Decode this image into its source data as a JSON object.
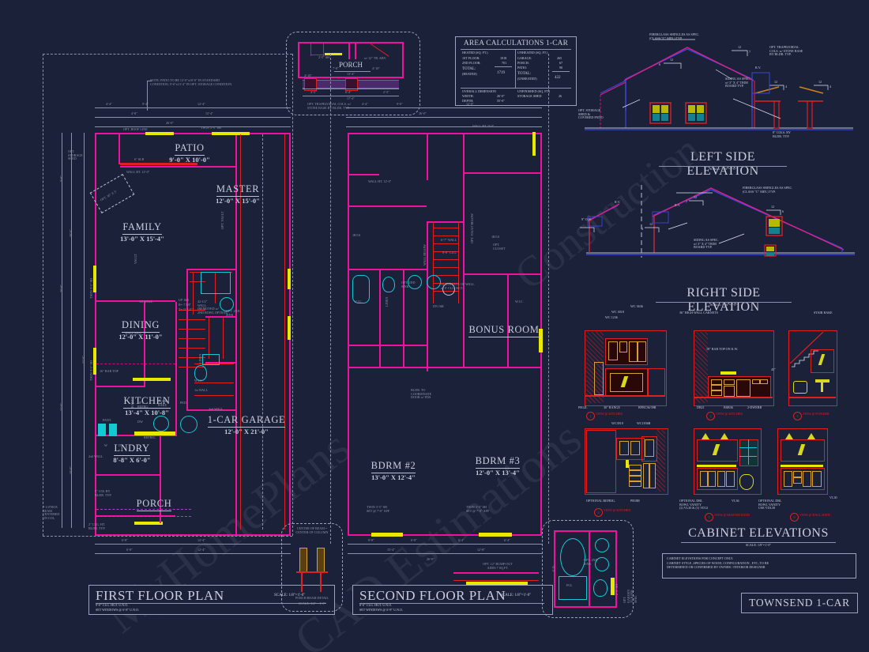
{
  "sheet": {
    "title_block": "TOWNSEND 1-CAR",
    "watermark": "MyHomePlans CAD Estimations"
  },
  "area_calculations": {
    "title": "AREA CALCULATIONS 1-CAR",
    "heated_header": "HEATED (SQ. FT.)",
    "heated_rows": [
      {
        "label": "1ST FLOOR:",
        "value": "1018"
      },
      {
        "label": "2ND FLOOR:",
        "value": "701"
      }
    ],
    "heated_total_label": "TOTAL:",
    "heated_total_sub": "(HEATED)",
    "heated_total_value": "1719",
    "unheated_header": "UNHEATED (SQ. FT.)",
    "unheated_rows": [
      {
        "label": "GARAGE:",
        "value": "265"
      },
      {
        "label": "PORCH:",
        "value": "67"
      },
      {
        "label": "PATIO:",
        "value": "90"
      }
    ],
    "unheated_total_label": "TOTAL:",
    "unheated_total_sub": "(UNHEATED)",
    "unheated_total_value": "422",
    "overall_header": "OVERALL DIMENSION",
    "overall_rows": [
      {
        "label": "WIDTH:",
        "value": "26'-0\""
      },
      {
        "label": "DEPTH:",
        "value": "55'-0\""
      }
    ],
    "unfinished_header": "UNFINISHED (SQ. FT.)",
    "unfinished_rows": [
      {
        "label": "STORAGE SHED",
        "value": "26"
      }
    ]
  },
  "first_floor": {
    "title": "FIRST FLOOR PLAN",
    "scale": "SCALE: 1/8\"=1'-0\"",
    "note1": "9'-0\" CLG. HGT. U.N.O.",
    "note2": "SET WINDOWS @ 6'-8\" U.N.O.",
    "patio_note": "NOTE: PATIO TO BE 12'-0\"x10'-0\" IN STANDARD\nCONDITION, 9'-0\"x13'-4\" IN OPT. STORAGE CONDITION.",
    "rooms": [
      {
        "name": "PATIO",
        "dims": "9'-0\" X 10'-0\""
      },
      {
        "name": "MASTER",
        "dims": "12'-0\" X 15'-0\""
      },
      {
        "name": "FAMILY",
        "dims": "13'-0\" X 15'-4\""
      },
      {
        "name": "DINING",
        "dims": "12'-0\" X 11'-0\""
      },
      {
        "name": "KITCHEN",
        "dims": "13'-4\" X 10'-8\""
      },
      {
        "name": "LNDRY",
        "dims": "8'-8\" X 6'-0\""
      },
      {
        "name": "1-CAR GARAGE",
        "dims": "12'-0\" X 21'-0\""
      },
      {
        "name": "PORCH",
        "dims": ""
      }
    ],
    "labels": [
      "OPT. STORAGE SHED",
      "OPT. ROOF LINE",
      "WALL HT. 12'-0\"",
      "6\" SLB",
      "OPT. 36\" X 5'\"",
      "VAULT",
      "OPT. VAULT",
      "1/2 WALL",
      "WALL ABV.",
      "UP  16R",
      "R= 7 5/8\"",
      "T= 11 1/2\"",
      "W.I.C.",
      "LINEN",
      "PANT.",
      "OPT. REFRG.",
      "RANGE",
      "DW",
      "REFRIG.",
      "2x6 WALL",
      "1st WALL",
      "STAIR RAKE",
      "PED.",
      "OPT. 2ND SINK",
      "2x6 WALL",
      "5' WALL",
      "42-1/2\" WALL (REMOVED w/ 2ND BOWL OPTION)",
      "TWIN 3'-5\" SH",
      "16\" BAR TOP",
      "7-1/4\"BOX BEAM CENTERED ON COL.",
      "8\" COL BY BLDR. TYP.",
      "2\" CLG. HT. BLDR. TYP.",
      "6\" CTRD"
    ]
  },
  "second_floor": {
    "title": "SECOND FLOOR PLAN",
    "scale": "SCALE: 1/8\"=1'-0\"",
    "note1": "8'-0\" CLG. HGT. U.N.O.",
    "note2": "SET WINDOWS @ 6'-8\" U.N.O.",
    "rooms": [
      {
        "name": "BONUS ROOM",
        "dims": ""
      },
      {
        "name": "BDRM #2",
        "dims": "13'-0\" X 12'-4\""
      },
      {
        "name": "BDRM #3",
        "dims": "12'-0\" X 13'-4\""
      }
    ],
    "labels": [
      "WALL HT. 9'-0\"",
      "OPT. VAULT BELOW",
      "WALL BELOW",
      "6'-7\" WALL",
      "8'-0\" CLG.",
      "ALIGN FACE OF WALL w/ 8' CLG. HGT.",
      "OPT. CLOSET",
      "1R/1S",
      "W.I.C.",
      "LINEN",
      "DN 16R",
      "BLDR. TO COORDINATE DOOR w/ FDS",
      "TWIN 3'-5\" SH SET @ 7'-0\" AFF",
      "OPT. 12\" BUMP-OUT ADDS 7 SQ.FT.",
      "TWIN 3'-5\" SH",
      "OPT. GARDEN TUB PER SPEC",
      "OPT. 2ND SINK",
      "FGL",
      "C.D."
    ]
  },
  "porch_detail": {
    "title": "PORCH",
    "note": "OPT. TRAPEZOIDAL COLS. w/\nSTONE BASE BY BLDR. TYP.",
    "dims": [
      "4'-10\"",
      "7'-8\"",
      "4'-10\"",
      "13'-4\"",
      "4'-5\"",
      "6'-4\"",
      "2'-5\"",
      "17'-4\""
    ],
    "label": "2'-5\" SH",
    "label2": "w/ 12\" TR. ABV."
  },
  "porch_beam_detail": {
    "title": "PORCH BEAM DETAIL",
    "scale": "SCALE: 3/4\" = 1'-0\"",
    "note": "CENTER OF BEAM =\nCENTER OF COLUMN"
  },
  "left_elevation": {
    "title": "LEFT SIDE ELEVATION",
    "scale": "SCALE: 1/16\"=1'-0\"",
    "annotations": [
      "FIBERGLASS SHINGLES AS SPEC.\n(CLASS \"C\" MIN.) TYP.",
      "SIDING AS SPEC.\nw/ 3\" X 4\" TRIM\nBOARD TYP.",
      "OPT. STORAGE\nSHED &\nCOVERED PATIO",
      "8\" COLS. BY\nBLDR. TYP.",
      "OPT. TRAPEZOIDAL\nCOLS. w/ STONE BASE\nBY BLDR. TYP.",
      "R.V."
    ],
    "pitches": [
      "12",
      "7",
      "12",
      "6",
      "12",
      "4",
      "12",
      "4"
    ]
  },
  "right_elevation": {
    "title": "RIGHT SIDE ELEVATION",
    "scale": "SCALE: 1/16\"=1'-0\"",
    "annotations": [
      "FIBERGLASS SHINGLES AS SPEC.\n(CLASS \"C\" MIN.) TYP.",
      "SIDING AS SPEC.\nw/ 3\" X 4\" TRIM\nBOARD TYP.",
      "R.V.",
      "9\" O.H."
    ],
    "pitches": [
      "12",
      "7",
      "12",
      "6",
      "12",
      "4"
    ]
  },
  "cabinet_elevations": {
    "title": "CABINET ELEVATIONS",
    "scale": "SCALE: 1/8\"=1'-0\"",
    "note": "CABINET ELEVATIONS FOR CONCEPT ONLY.\nCABINET STYLE ,SPECIES OF WOOD, CONFIGURATION , ETC.,TO BE\nDETERMINED OR CONFIRMED BY OWNER / INTERIOR DESIGNER",
    "header_note": "36\" HIGH WALL CARNETS",
    "views": [
      {
        "num": "1",
        "caption": "VIEW @ KITCHEN",
        "labels": [
          "WC 1236",
          "WC 3018",
          "WC 3636",
          "PB12L",
          "30\" RANGE",
          "RFBC36/39R"
        ]
      },
      {
        "num": "2",
        "caption": "VIEW @ KITCHEN",
        "labels": [
          "18\" BAR TOP ON K.W.",
          "45\"",
          "DB21",
          "BSB36",
          "2-DWEBB"
        ]
      },
      {
        "num": "3",
        "caption": "VIEW @ POWDER",
        "labels": [
          "STAIR RAKE"
        ]
      },
      {
        "num": "4",
        "caption": "VIEW @ KITCHEN",
        "labels": [
          "WC3918",
          "WC1836R",
          "OPTIONAL REFRIG.",
          "PB18R"
        ]
      },
      {
        "num": "5",
        "caption": "VIEW @ MASTER BATH",
        "labels": [
          "OPTIONAL DBL\nBOWL VANITY\n(2) VL30 & (1) VD12",
          "VL36"
        ]
      },
      {
        "num": "6",
        "caption": "VIEW @ HALL BATH",
        "labels": [
          "OPTIONAL DBL\nBOWL VANITY\nUSE VDL58",
          "VL30"
        ]
      }
    ]
  }
}
